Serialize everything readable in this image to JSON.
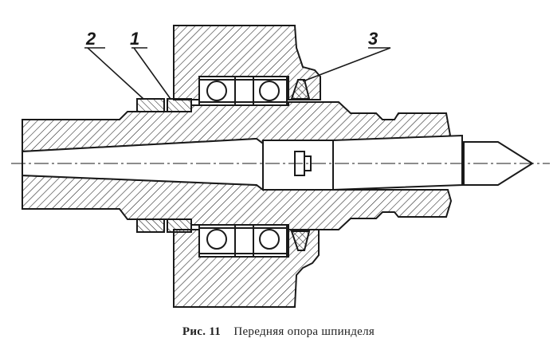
{
  "callouts": {
    "one": "1",
    "two": "2",
    "three": "3"
  },
  "caption": {
    "figure_number": "Рис. 11",
    "title": "Передняя опора шпинделя"
  },
  "colors": {
    "ink": "#1a1a1a",
    "paper": "#ffffff"
  }
}
